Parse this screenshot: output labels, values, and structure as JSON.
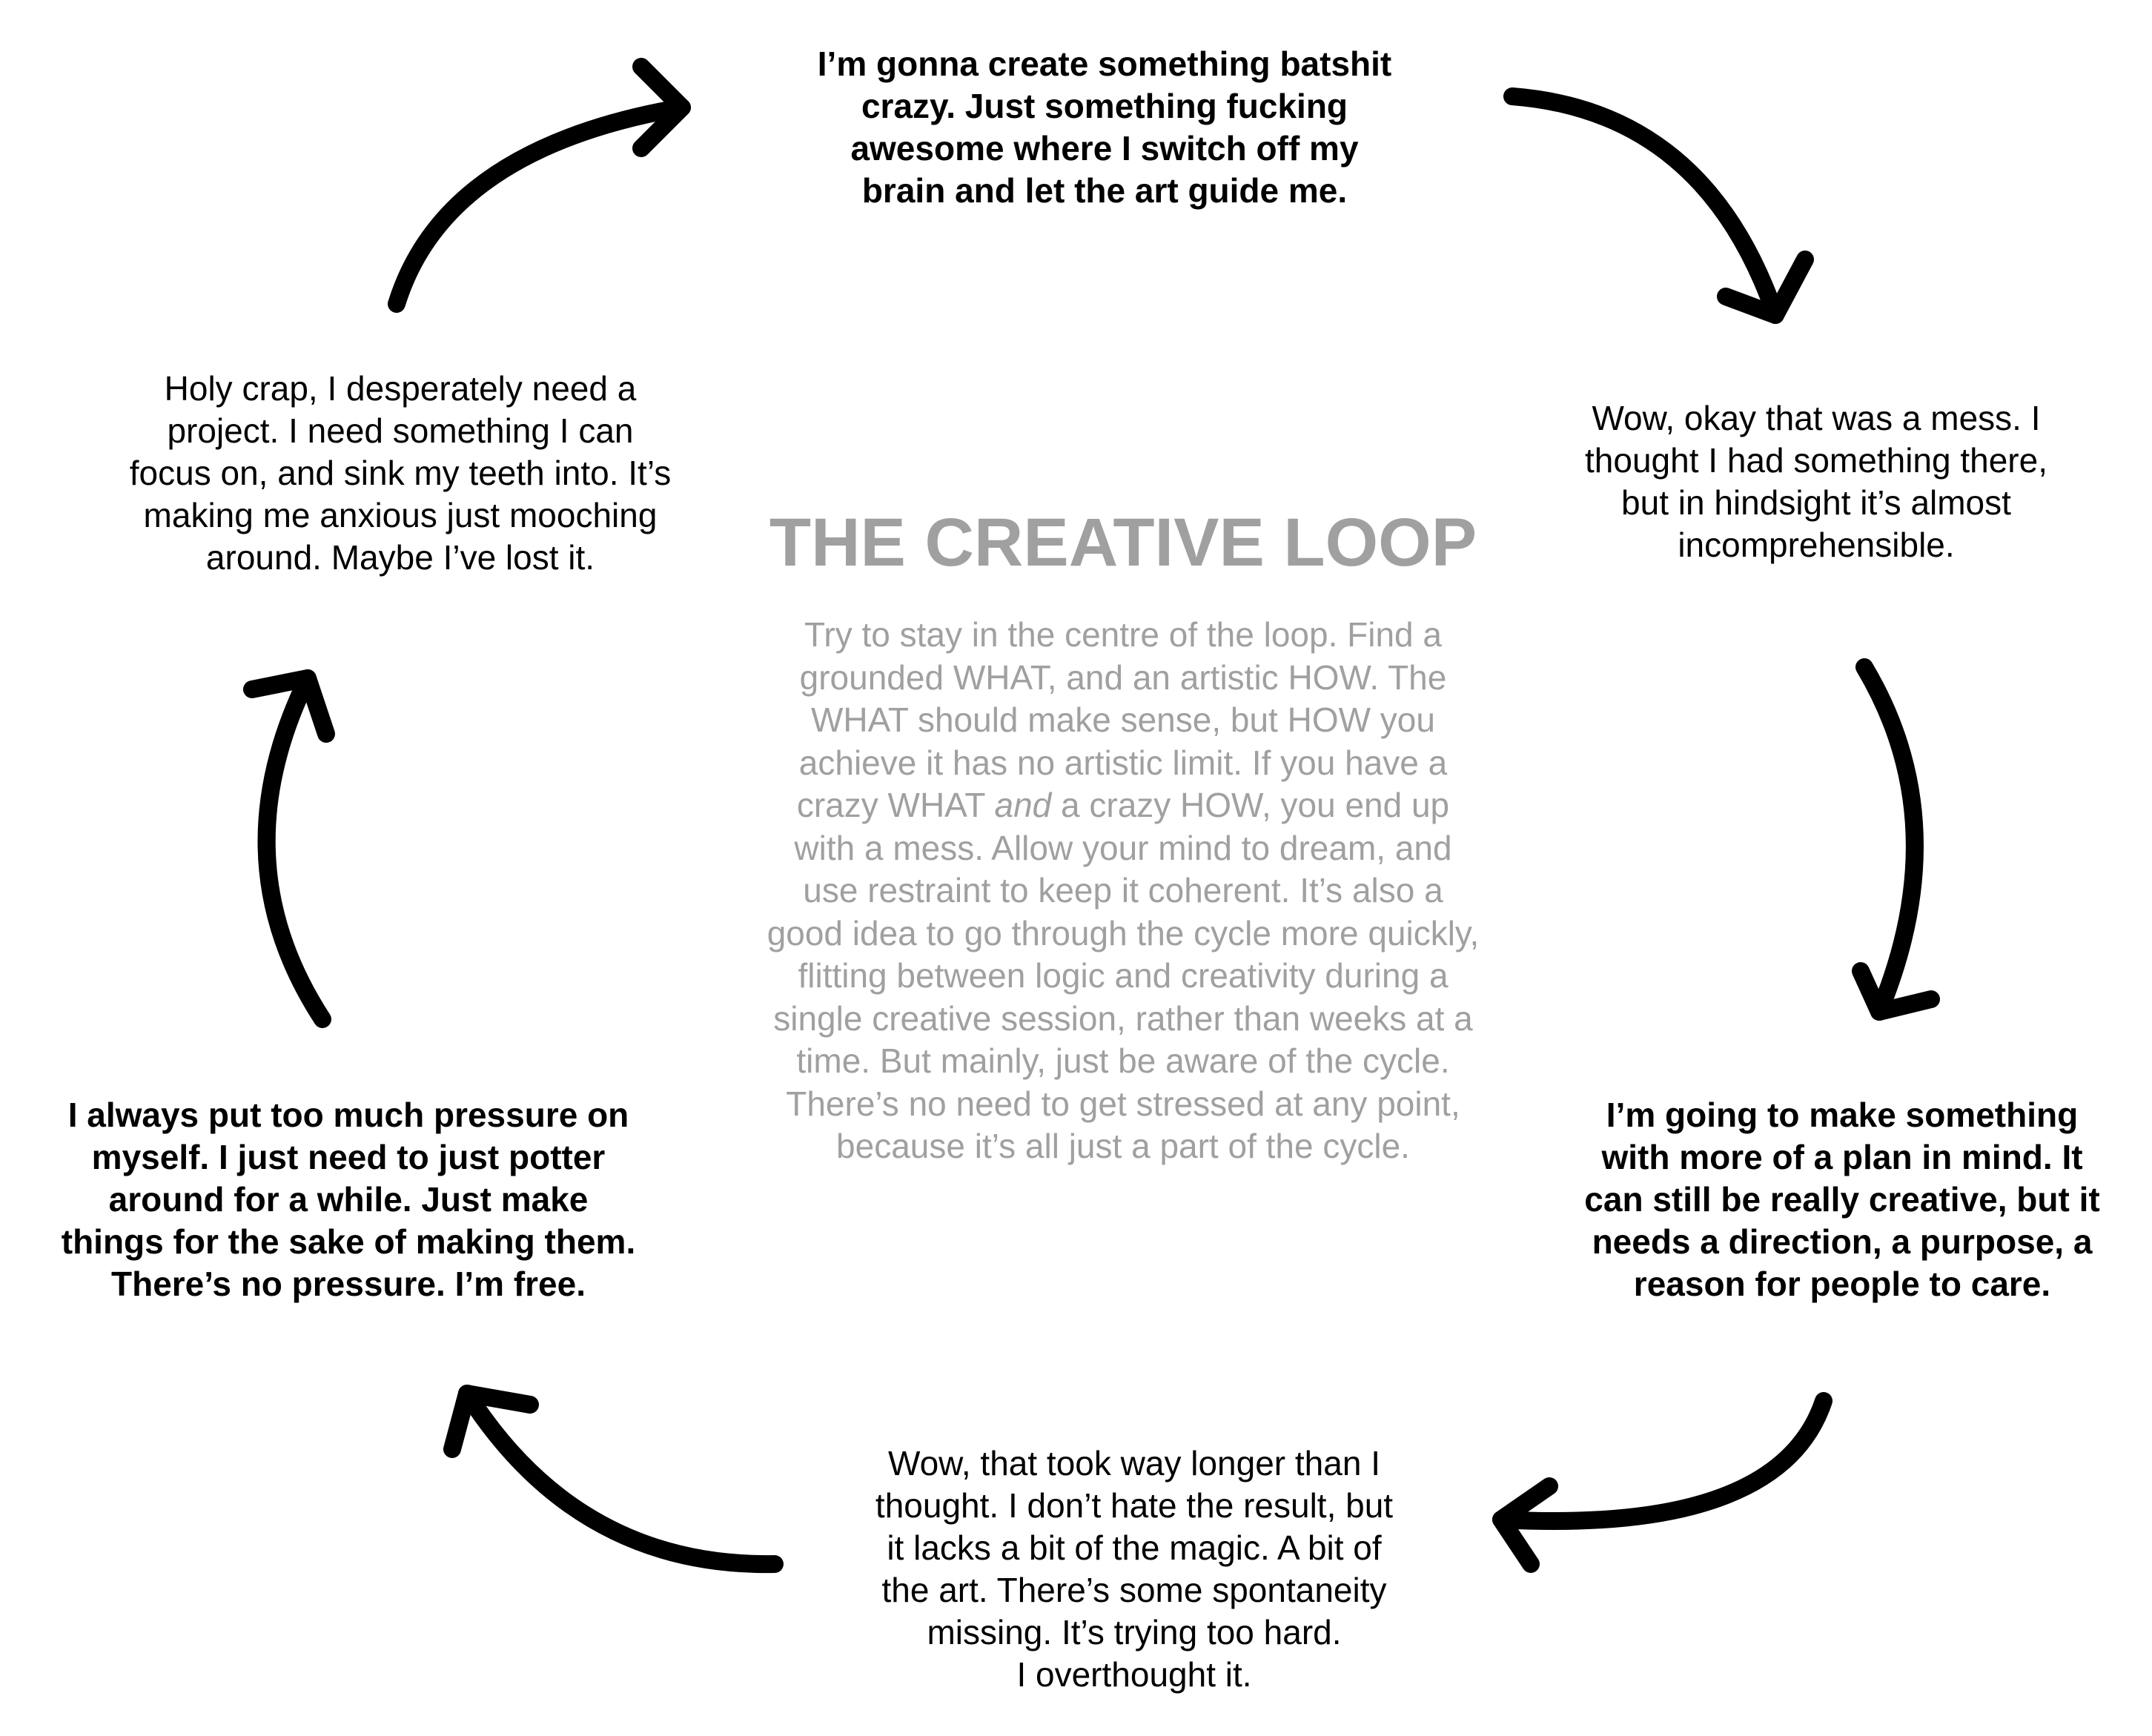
{
  "stages": {
    "top": {
      "lines": [
        "I’m gonna create something batshit",
        "crazy. Just something fucking",
        "awesome where I switch off my",
        "brain and let the art guide me."
      ]
    },
    "right_upper": {
      "lines": [
        "Wow, okay that was a mess. I",
        "thought I had something there,",
        "but in hindsight it’s almost",
        "incomprehensible."
      ]
    },
    "right_lower": {
      "lines": [
        "I’m going to make something",
        "with more of a plan in mind. It",
        "can still be really creative, but it",
        "needs a direction, a purpose, a",
        "reason for people to care."
      ]
    },
    "bottom": {
      "lines": [
        "Wow, that took way longer than I",
        "thought. I don’t hate the result, but",
        "it lacks a bit of the magic. A bit of",
        "the art. There’s some spontaneity",
        "missing. It’s trying too hard.",
        "I overthought it."
      ]
    },
    "left_lower": {
      "lines": [
        "I always put too much pressure on",
        "myself. I just need to just potter",
        "around for a while. Just make",
        "things for the sake of making them.",
        "There’s no pressure. I’m free."
      ]
    },
    "left_upper": {
      "lines": [
        "Holy crap, I desperately need a",
        "project. I need something I can",
        "focus on, and sink my teeth into. It’s",
        "making me anxious just mooching",
        "around. Maybe I’ve lost it."
      ]
    }
  },
  "center": {
    "title": "THE CREATIVE LOOP",
    "lines": [
      {
        "before": "Try to stay in the centre of the loop. Find a",
        "italic": "",
        "after": ""
      },
      {
        "before": "grounded WHAT, and an artistic HOW. The",
        "italic": "",
        "after": ""
      },
      {
        "before": "WHAT should make sense, but HOW you",
        "italic": "",
        "after": ""
      },
      {
        "before": "achieve it has no artistic limit. If you have a",
        "italic": "",
        "after": ""
      },
      {
        "before": "crazy WHAT ",
        "italic": "and",
        "after": " a crazy HOW, you end up"
      },
      {
        "before": "with a mess. Allow your mind to dream, and",
        "italic": "",
        "after": ""
      },
      {
        "before": "use restraint to keep it coherent. It’s also a",
        "italic": "",
        "after": ""
      },
      {
        "before": "good idea to go through the cycle more quickly,",
        "italic": "",
        "after": ""
      },
      {
        "before": "flitting between logic and creativity during a",
        "italic": "",
        "after": ""
      },
      {
        "before": "single creative session, rather than weeks at a",
        "italic": "",
        "after": ""
      },
      {
        "before": "time. But mainly, just be aware of the cycle.",
        "italic": "",
        "after": ""
      },
      {
        "before": "There’s no need to get stressed at any point,",
        "italic": "",
        "after": ""
      },
      {
        "before": "because it’s all just a part of the cycle.",
        "italic": "",
        "after": ""
      }
    ]
  },
  "colors": {
    "text": "#000000",
    "muted_text": "#a0a0a0",
    "arrow": "#000000",
    "background": "#ffffff"
  }
}
